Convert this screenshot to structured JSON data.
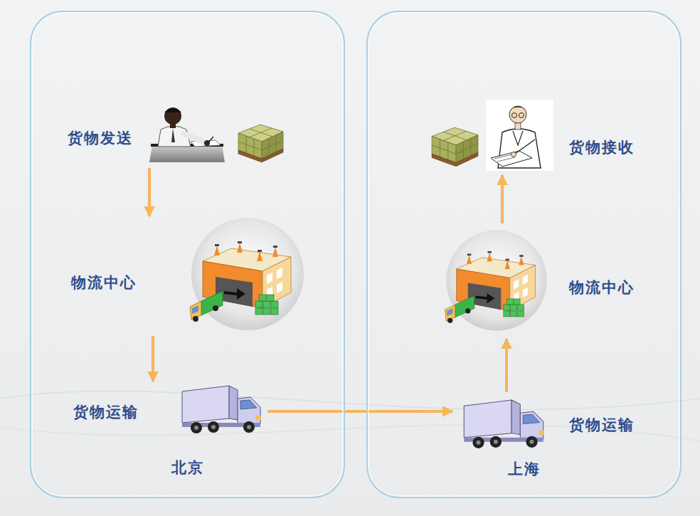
{
  "diagram": {
    "nodes": [
      {
        "text": [
          "北京"
        ]
      },
      {
        "text": [
          "货物发送"
        ],
        "in": 0
      },
      {
        "text": [
          "物流中心"
        ],
        "in": 0
      },
      {
        "text": [
          "货物运输"
        ],
        "in": 0
      },
      {
        "text": [
          "上海"
        ]
      },
      {
        "text": [
          "货物运输"
        ],
        "in": 4
      },
      {
        "text": [
          "物流中心"
        ],
        "in": 4
      },
      {
        "text": [
          "货物接收"
        ],
        "in": 4
      }
    ],
    "edges": [
      {
        "from": 1,
        "to": 2,
        "arrow": "to"
      },
      {
        "from": 2,
        "to": 3,
        "arrow": "to"
      },
      {
        "from": 3,
        "to": 5,
        "arrow": "to"
      },
      {
        "from": 5,
        "to": 6,
        "arrow": "to"
      },
      {
        "from": 6,
        "to": 7,
        "arrow": "to"
      }
    ]
  }
}
